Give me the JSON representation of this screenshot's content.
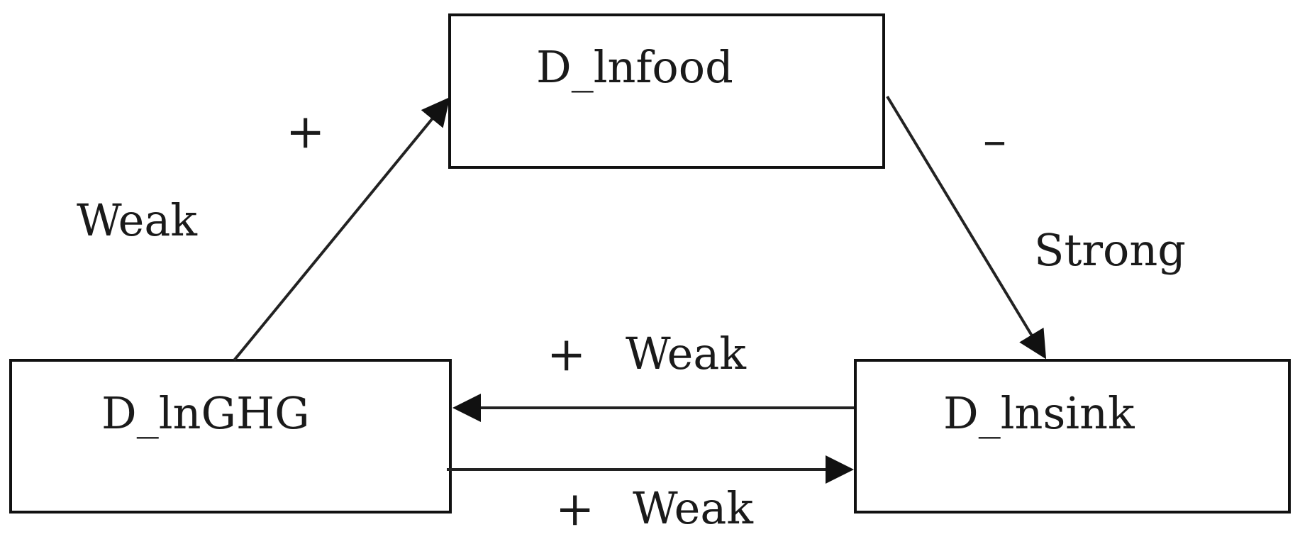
{
  "nodes": {
    "food": {
      "label": "D_lnfood"
    },
    "ghg": {
      "label": "D_lnGHG"
    },
    "sink": {
      "label": "D_lnsink"
    }
  },
  "edges": {
    "ghg_to_food": {
      "sign": "+",
      "strength": "Weak"
    },
    "food_to_sink": {
      "sign": "–",
      "strength": "Strong"
    },
    "sink_to_ghg": {
      "sign": "+",
      "strength": "Weak"
    },
    "ghg_to_sink": {
      "sign": "+",
      "strength": "Weak"
    }
  },
  "colors": {
    "line": "#222222",
    "box_border": "#111111",
    "text": "#1a1a1a"
  }
}
